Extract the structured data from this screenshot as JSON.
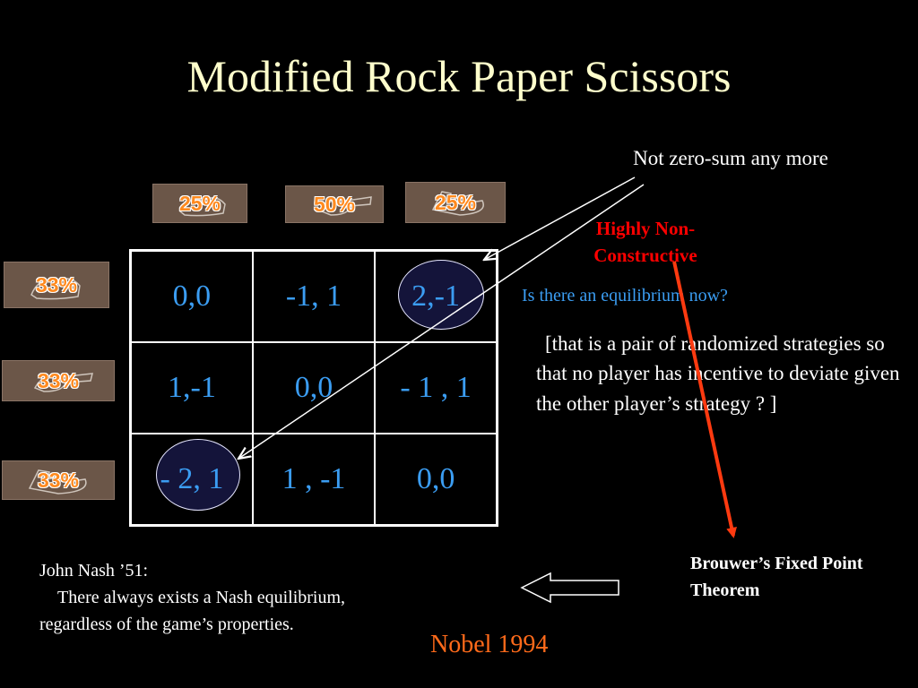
{
  "title": "Modified Rock Paper Scissors",
  "column_tags": [
    "25%",
    "50%",
    "25%"
  ],
  "row_tags": [
    "33%",
    "33%",
    "33%"
  ],
  "payoff_matrix": [
    [
      "0,0",
      "-1, 1",
      "2,-1"
    ],
    [
      "1,-1",
      "0,0",
      "- 1 , 1"
    ],
    [
      "- 2, 1",
      "1 , -1",
      "0,0"
    ]
  ],
  "annotations": {
    "not_zero_sum": "Not zero-sum any more",
    "highly_non_constructive": "Highly Non-Constructive",
    "equilibrium_question": "Is there an equilibrium now?",
    "equilibrium_definition": "[that is a pair of randomized strategies so that no player has incentive to deviate given the other player’s strategy ? ]",
    "brouwer": "Brouwer’s Fixed Point Theorem",
    "nash_heading": "John Nash ’51:",
    "nash_line2": "There always exists a Nash equilibrium,",
    "nash_line3": "regardless of the game’s properties.",
    "nobel": "Nobel 1994"
  },
  "colors": {
    "background": "#000000",
    "title": "#ffffcc",
    "matrix_values": "#3b9df2",
    "highlight_red": "#ff0000",
    "nobel": "#ff6a1a",
    "question": "#3b9df2",
    "tag_text": "#ff8a1f"
  },
  "icons": [
    "hand-icon",
    "left-arrow-icon"
  ]
}
